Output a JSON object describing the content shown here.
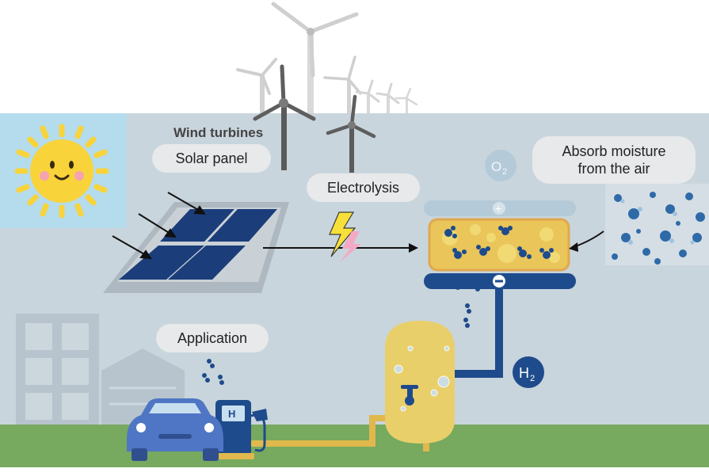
{
  "labels": {
    "wind_turbines": "Wind turbines",
    "solar_panel": "Solar panel",
    "electrolysis": "Electrolysis",
    "absorb_line1": "Absorb moisture",
    "absorb_line2": "from the air",
    "application": "Application",
    "oxygen": "O",
    "oxygen_sub": "2",
    "hydrogen": "H",
    "hydrogen_sub": "2",
    "plus": "+",
    "minus": "−",
    "pump_letter": "H"
  },
  "colors": {
    "sky_panel": "#c9d5dc",
    "ground": "#77a95f",
    "solar_blue": "#1b3d7a",
    "cell_yellow": "#e9c55a",
    "pipe_blue": "#1e4b8c",
    "pipe_yellow": "#e0b84c",
    "sun": "#f8d33a",
    "car": "#4f76c4"
  }
}
